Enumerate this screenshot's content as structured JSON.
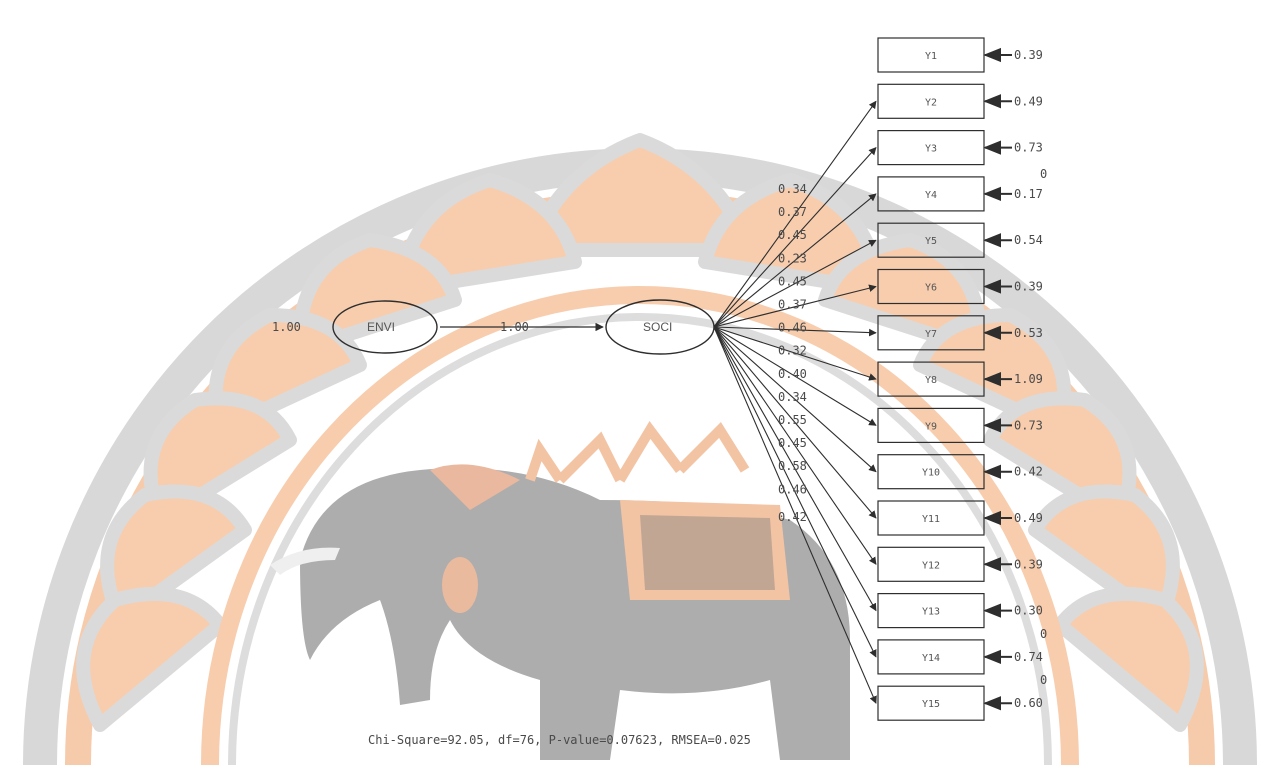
{
  "model": {
    "exogenous": {
      "name": "ENVI",
      "variance": "1.00"
    },
    "endogenous": {
      "name": "SOCI"
    },
    "path_coefficient": "1.00"
  },
  "indicators": [
    {
      "name": "Y1",
      "loading": "",
      "error": "0.39"
    },
    {
      "name": "Y2",
      "loading": "0.34",
      "error": "0.49"
    },
    {
      "name": "Y3",
      "loading": "0.37",
      "error": "0.73"
    },
    {
      "name": "Y4",
      "loading": "0.45",
      "error": "0.17"
    },
    {
      "name": "Y5",
      "loading": "0.23",
      "error": "0.54"
    },
    {
      "name": "Y6",
      "loading": "0.45",
      "error": "0.39"
    },
    {
      "name": "Y7",
      "loading": "0.37",
      "error": "0.53"
    },
    {
      "name": "Y8",
      "loading": "0.46",
      "error": "1.09"
    },
    {
      "name": "Y9",
      "loading": "0.32",
      "error": "0.73"
    },
    {
      "name": "Y10",
      "loading": "0.40",
      "error": "0.42"
    },
    {
      "name": "Y11",
      "loading": "0.34",
      "error": "0.49"
    },
    {
      "name": "Y12",
      "loading": "0.55",
      "error": "0.39"
    },
    {
      "name": "Y13",
      "loading": "0.45",
      "error": "0.30"
    },
    {
      "name": "Y14",
      "loading": "0.58",
      "error": "0.74"
    },
    {
      "name": "Y15",
      "loading": "0.46",
      "error": "0.60"
    }
  ],
  "extra_loading": "0.42",
  "error_marks": [
    "0",
    "0",
    "0"
  ],
  "fit_statistics": "Chi-Square=92.05, df=76, P-value=0.07623, RMSEA=0.025",
  "colors": {
    "diagram_ink": "#3a3a3a",
    "watermark_orange": "#f6c9a8",
    "watermark_gray": "#d4d4d4",
    "watermark_dark": "#9a9a9a"
  },
  "watermark": {
    "description_icon": "university-elephant-seal-icon"
  }
}
